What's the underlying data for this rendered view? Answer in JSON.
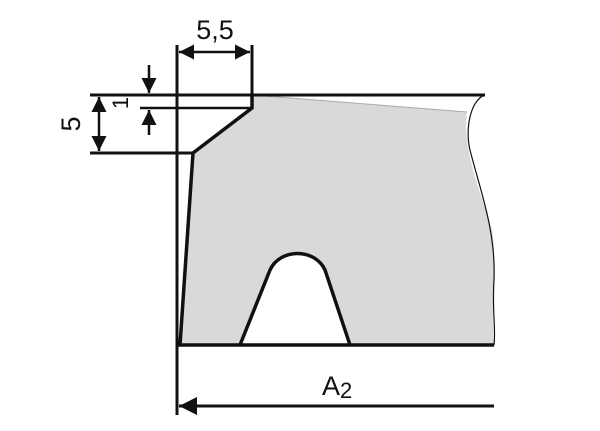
{
  "dimensions": {
    "width_label": "5,5",
    "height_label": "5",
    "offset_label": "1",
    "length_label": "A",
    "length_subscript": "2"
  },
  "colors": {
    "fill": "#d9d9d9",
    "stroke": "#111111"
  }
}
